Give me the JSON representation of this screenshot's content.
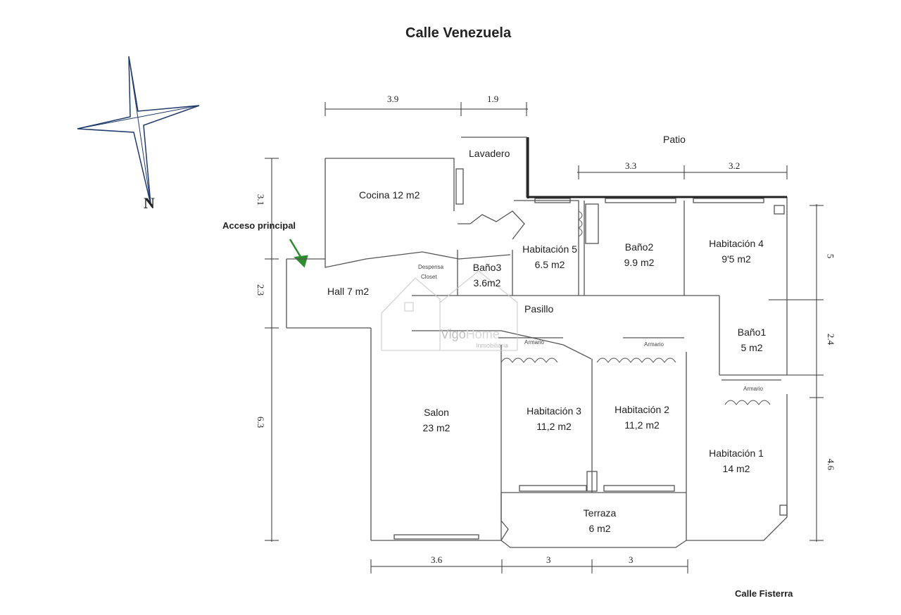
{
  "street_top": "Calle Venezuela",
  "street_bottom": "Calle Fisterra",
  "compass_letter": "N",
  "entrance_label": "Acceso principal",
  "patio_label": "Patio",
  "hallway_label": "Pasillo",
  "watermark": {
    "brand_a": "Vigo",
    "brand_b": "Home",
    "sub": "Inmobiliaria"
  },
  "rooms": {
    "lavadero": "Lavadero",
    "cocina": "Cocina 12 m2",
    "hall": "Hall 7 m2",
    "bano3_name": "Baño3",
    "bano3_area": "3.6m2",
    "hab5_name": "Habitación 5",
    "hab5_area": "6.5 m2",
    "bano2_name": "Baño2",
    "bano2_area": "9.9 m2",
    "hab4_name": "Habitación 4",
    "hab4_area": "9'5 m2",
    "bano1_name": "Baño1",
    "bano1_area": "5 m2",
    "salon_name": "Salon",
    "salon_area": "23 m2",
    "hab3_name": "Habitación 3",
    "hab3_area": "11,2 m2",
    "hab2_name": "Habitación 2",
    "hab2_area": "11,2 m2",
    "hab1_name": "Habitación 1",
    "hab1_area": "14 m2",
    "terraza_name": "Terraza",
    "terraza_area": "6 m2"
  },
  "small_labels": {
    "armario": "Armario",
    "despensa": "Despensa",
    "closet": "Closet",
    "armario_small": "Armario"
  },
  "dimensions": {
    "top_1": "3.9",
    "top_2": "1.9",
    "patio_1": "3.3",
    "patio_2": "3.2",
    "bottom_1": "3.6",
    "bottom_2": "3",
    "bottom_3": "3",
    "left_1": "3.1",
    "left_2": "2.3",
    "left_3": "6.3",
    "right_1": "5",
    "right_2": "2.4",
    "right_3": "4.6"
  }
}
